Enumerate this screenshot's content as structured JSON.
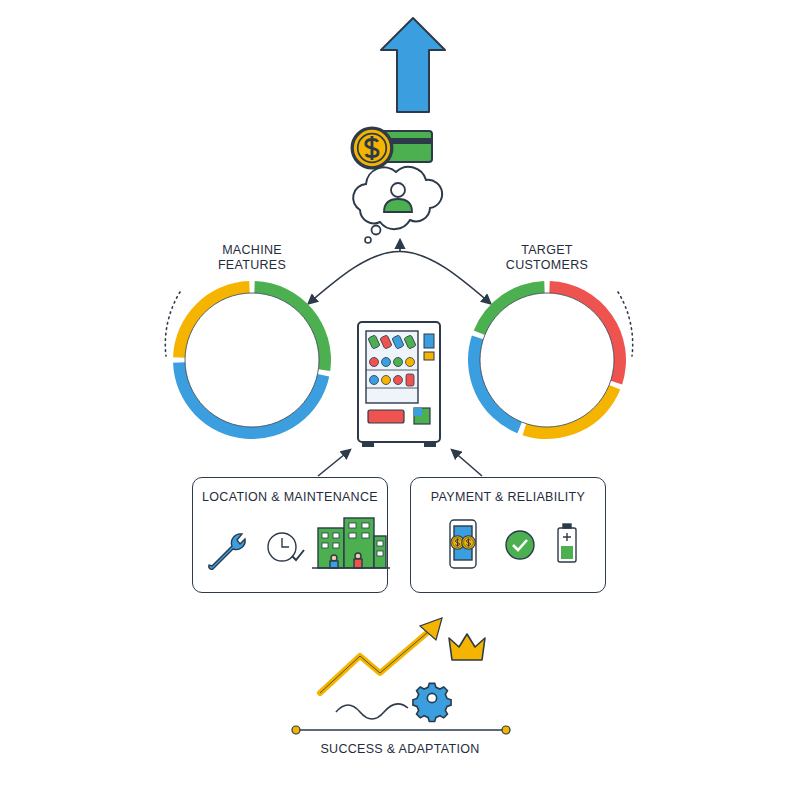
{
  "diagram": {
    "nodes": [
      {
        "text": [
          "MACHINE FEATURES"
        ]
      },
      {
        "text": [
          "TARGET CUSTOMERS"
        ]
      },
      {
        "text": [
          "LOCATION & MAINTENANCE"
        ]
      },
      {
        "text": [
          "PAYMENT & RELIABILITY"
        ]
      }
    ],
    "edges": [
      {
        "from": 0,
        "to": 1,
        "arrow": "both"
      }
    ],
    "labels": [
      "SUCCESS & ADAPTATION"
    ]
  }
}
